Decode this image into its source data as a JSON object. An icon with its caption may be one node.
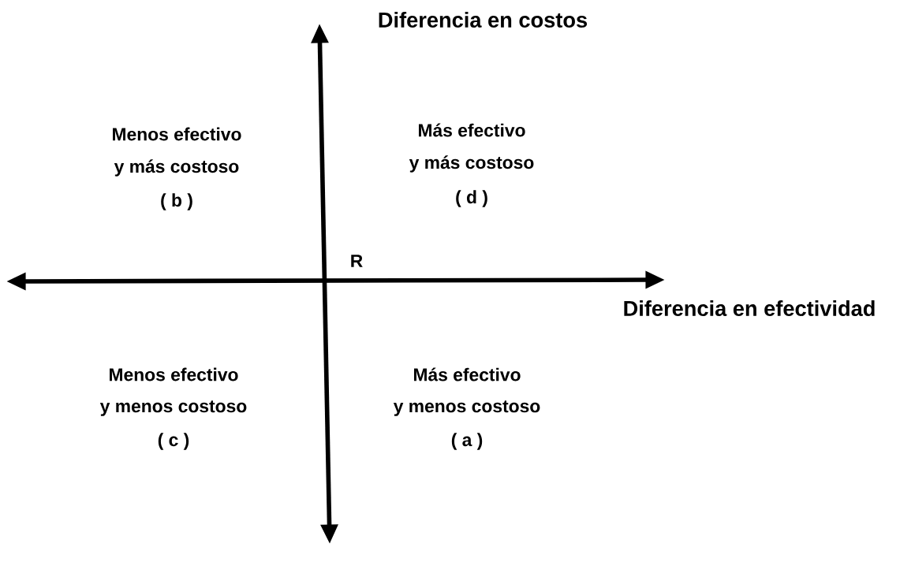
{
  "diagram": {
    "labels": [
      "Diferencia en costos",
      "Menos efectivo",
      "y más costoso",
      "( b )",
      "Más efectivo",
      "y más costoso",
      "( d )",
      "R",
      "Diferencia en efectividad",
      "Menos efectivo",
      "y menos costoso",
      "( c )",
      "Más efectivo",
      "y menos costoso",
      "( a )"
    ]
  }
}
